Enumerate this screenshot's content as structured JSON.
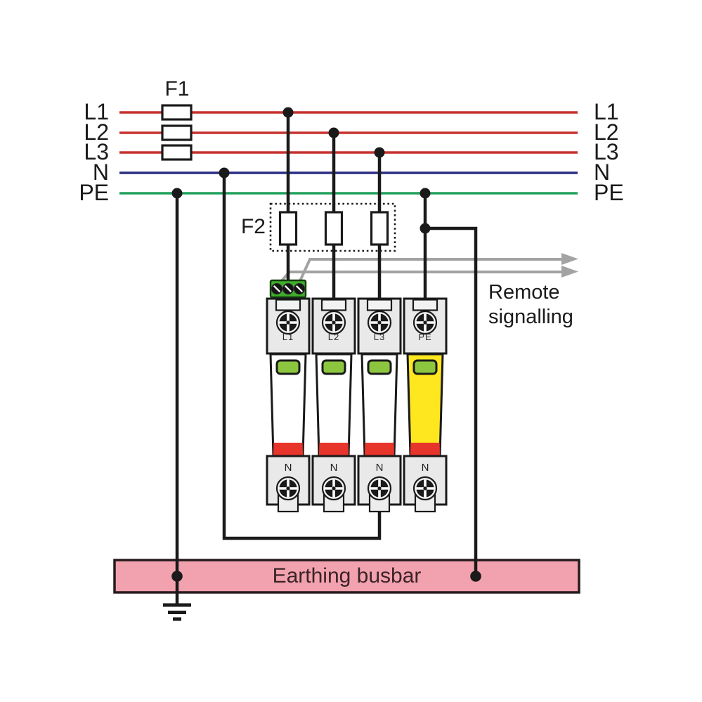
{
  "buses": {
    "left": [
      "L1",
      "L2",
      "L3",
      "N",
      "PE"
    ],
    "right": [
      "L1",
      "L2",
      "L3",
      "N",
      "PE"
    ]
  },
  "fuses": {
    "f1": "F1",
    "f2": "F2"
  },
  "spd": {
    "modules": [
      {
        "top_label": "L1",
        "bottom_label": "N"
      },
      {
        "top_label": "L2",
        "bottom_label": "N"
      },
      {
        "top_label": "L3",
        "bottom_label": "N"
      },
      {
        "top_label": "PE",
        "bottom_label": "N"
      }
    ]
  },
  "remote_signalling": {
    "label": "Remote signalling"
  },
  "busbar": {
    "label": "Earthing busbar"
  },
  "icons": {
    "screw_terminal": "phillips-screw",
    "block_screw": "slotted-screw",
    "junction": "junction-dot",
    "ground": "earth-ground-symbol",
    "signal_arrow": "arrow-right"
  },
  "colors": {
    "phase_line": "#c5322e",
    "neutral_line": "#2b2e83",
    "earth_line": "#21a15c",
    "wire_black": "#1a1a1a",
    "signal_gray": "#a3a3a3",
    "busbar_fill": "#f2a2ae",
    "busbar_border": "#261a1d",
    "module_body": "#e9e9e9",
    "cartridge_white": "#ffffff",
    "cartridge_yellow": "#ffe71f",
    "indicator_green": "#8cc63f",
    "status_stripe_red": "#e8352b",
    "terminal_green": "#3fae2a"
  }
}
